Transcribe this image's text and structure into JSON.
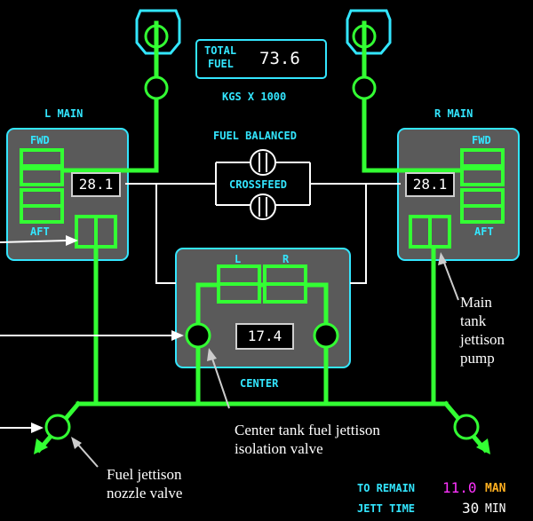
{
  "total_fuel": {
    "label_line1": "TOTAL",
    "label_line2": "FUEL",
    "value": "73.6"
  },
  "units": "KGS X 1000",
  "fuel_status": "FUEL BALANCED",
  "crossfeed_label": "CROSSFEED",
  "left_main": {
    "title": "L MAIN",
    "fwd": "FWD",
    "aft": "AFT",
    "quantity": "28.1"
  },
  "right_main": {
    "title": "R MAIN",
    "fwd": "FWD",
    "aft": "AFT",
    "quantity": "28.1"
  },
  "center": {
    "title": "CENTER",
    "pump_l": "L",
    "pump_r": "R",
    "quantity": "17.4"
  },
  "annotations": {
    "main_pump": [
      "Main",
      "tank",
      "jettison",
      "pump"
    ],
    "center_valve": [
      "Center tank fuel jettison",
      "isolation valve"
    ],
    "nozzle_valve": [
      "Fuel jettison",
      "nozzle valve"
    ]
  },
  "jettison": {
    "to_remain_label": "TO REMAIN",
    "to_remain_value": "11.0",
    "to_remain_mode": "MAN",
    "jett_time_label": "JETT TIME",
    "jett_time_value": "30",
    "jett_time_unit": "MIN"
  },
  "colors": {
    "background": "#000000",
    "flow_green": "#33ff33",
    "cyan": "#33e6ff",
    "tank_fill": "#5a5a5a",
    "magenta": "#ff33ff",
    "amber": "#ffb020",
    "white": "#ffffff"
  },
  "icons": [
    "engine-icon",
    "valve-icon",
    "pump-icon",
    "nozzle-arrow-icon"
  ]
}
